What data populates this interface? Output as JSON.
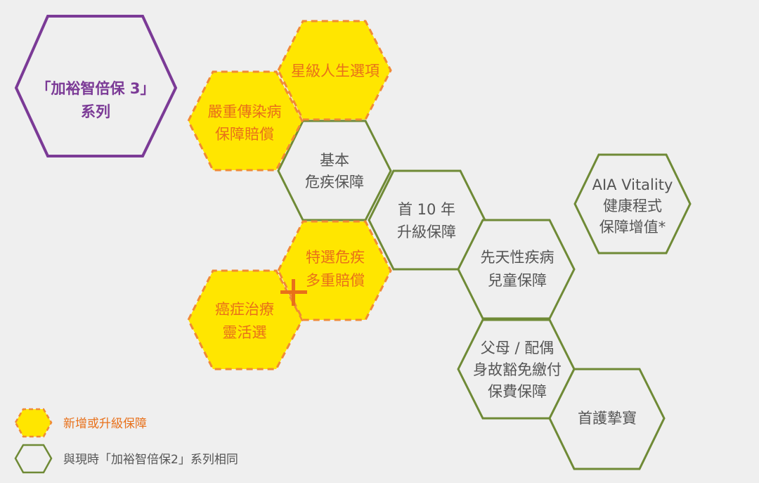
{
  "colors": {
    "background": "#efefef",
    "new_fill": "#ffe600",
    "new_stroke": "#f08a35",
    "new_text": "#e8701a",
    "same_stroke": "#6f8a36",
    "same_text": "#555555",
    "title_stroke": "#7b3a96",
    "title_text": "#7b3a96",
    "plus": "#e8701a"
  },
  "title": {
    "line1": "「加裕智倍保 3」",
    "line2": "系列"
  },
  "hexes": {
    "star": {
      "lines": [
        "星級人生選項"
      ],
      "style": "new"
    },
    "infection": {
      "lines": [
        "嚴重傳染病",
        "保障賠償"
      ],
      "style": "new"
    },
    "basic": {
      "lines": [
        "基本",
        "危疾保障"
      ],
      "style": "same"
    },
    "first10": {
      "lines": [
        "首 10 年",
        "升級保障"
      ],
      "style": "same"
    },
    "selected": {
      "lines": [
        "特選危疾",
        "多重賠償"
      ],
      "style": "new"
    },
    "cancer": {
      "lines": [
        "癌症治療",
        "靈活選"
      ],
      "style": "new"
    },
    "congenital": {
      "lines": [
        "先天性疾病",
        "兒童保障"
      ],
      "style": "same"
    },
    "payor": {
      "lines": [
        "父母 / 配偶",
        "身故豁免繳付",
        "保費保障"
      ],
      "style": "same"
    },
    "firstcare": {
      "lines": [
        "首護摯寶"
      ],
      "style": "same"
    },
    "vitality": {
      "lines": [
        "AIA Vitality",
        "健康程式",
        "保障增值*"
      ],
      "style": "same"
    }
  },
  "plus_sign": "+",
  "legend": {
    "new_label": "新增或升級保障",
    "same_label": "與現時「加裕智倍保2」系列相同"
  }
}
